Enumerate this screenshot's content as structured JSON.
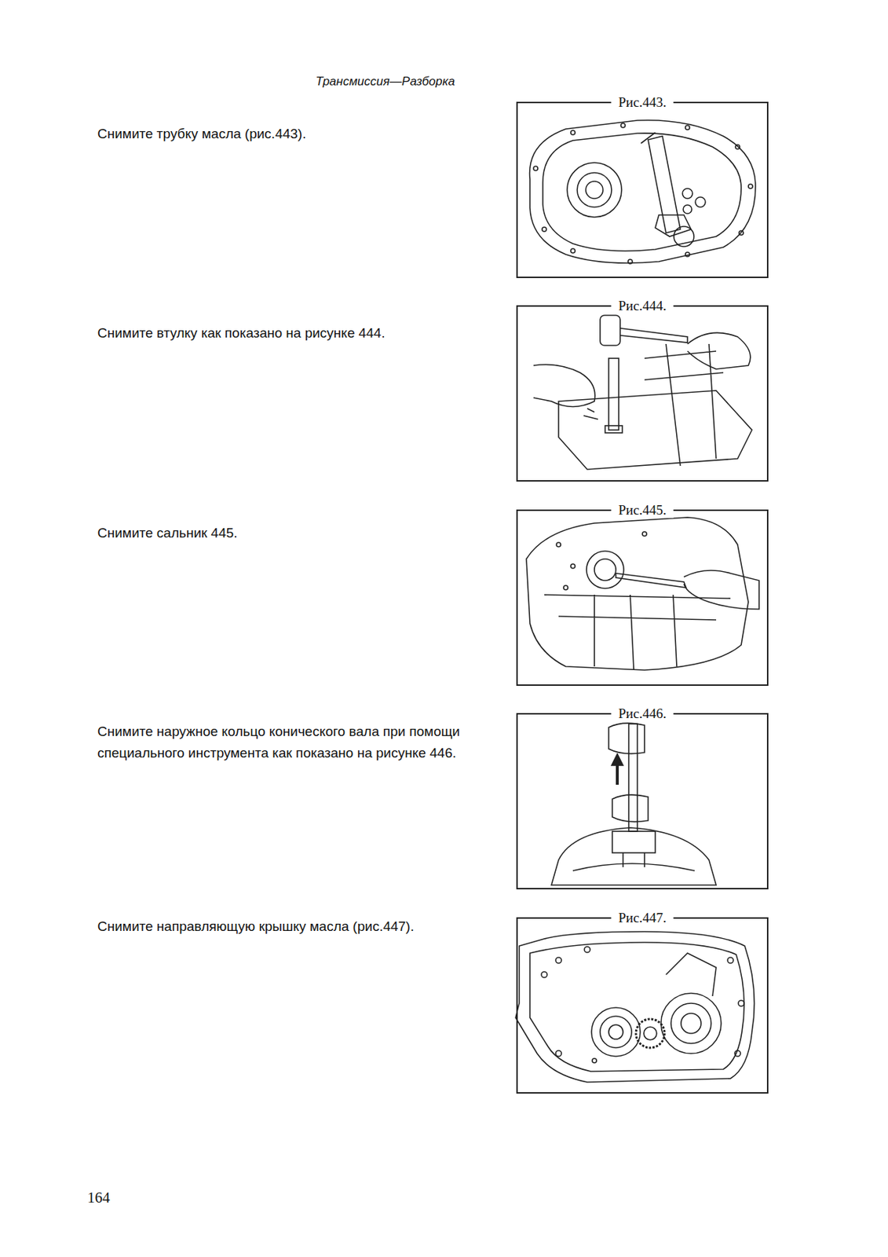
{
  "diagram": {
    "title": "Трансмиссия—Разборка",
    "nodes": [
      {
        "text": [
          "Рис.443."
        ]
      },
      {
        "text": [
          "Рис.444."
        ]
      },
      {
        "text": [
          "Рис.445."
        ]
      },
      {
        "text": [
          "Рис.446."
        ]
      },
      {
        "text": [
          "Рис.447."
        ]
      }
    ],
    "edges": [],
    "labels": [
      "Снимите трубку масла (рис.443).",
      "Снимите втулку как показано на рисунке 444.",
      "Снимите сальник 445.",
      "Снимите наружное кольцо конического вала при помощи специального инструмента как показано на рисунке 446.",
      "Снимите направляющую крышку масла (рис.447).",
      "164"
    ]
  }
}
